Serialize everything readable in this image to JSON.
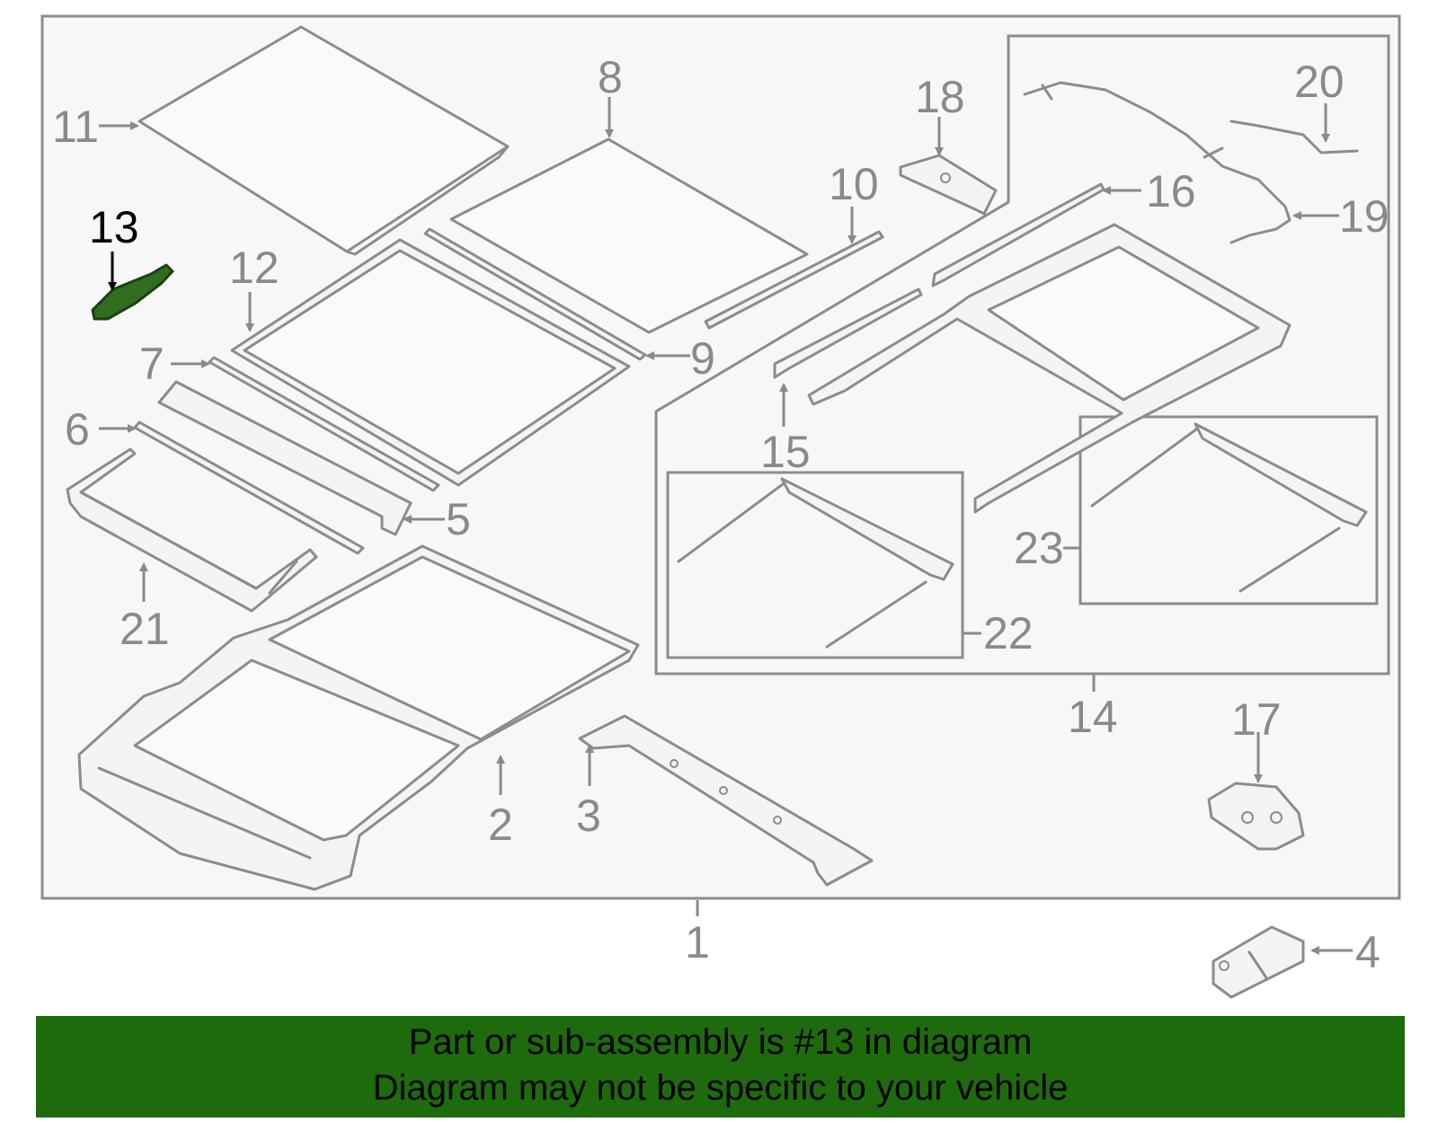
{
  "diagram": {
    "highlighted_part": "13",
    "colors": {
      "outline": "#8c8c8c",
      "label": "#8a8a8a",
      "highlight_fill": "#2f6e1f",
      "footer_background": "#1e6b0d"
    },
    "callouts": {
      "c1": "1",
      "c2": "2",
      "c3": "3",
      "c4": "4",
      "c5": "5",
      "c6": "6",
      "c7": "7",
      "c8": "8",
      "c9": "9",
      "c10": "10",
      "c11": "11",
      "c12": "12",
      "c13": "13",
      "c14": "14",
      "c15": "15",
      "c16": "16",
      "c17": "17",
      "c18": "18",
      "c19": "19",
      "c20": "20",
      "c21": "21",
      "c22": "22",
      "c23": "23"
    }
  },
  "footer": {
    "line1": "Part or sub-assembly is #13 in diagram",
    "line2": "Diagram may not be specific to your vehicle"
  }
}
